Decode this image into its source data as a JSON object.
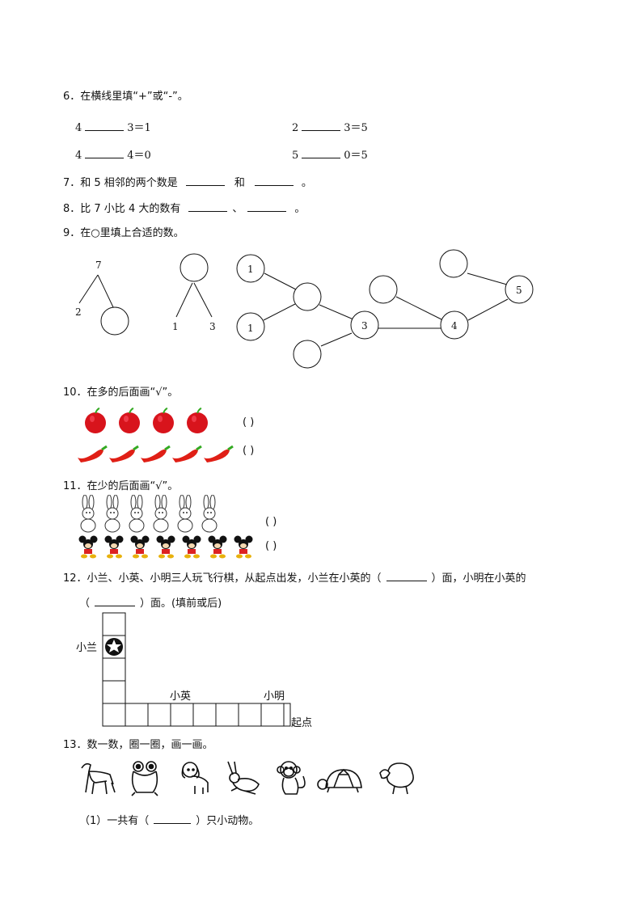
{
  "q6": {
    "title": "6．在横线里填“+”或“-”。",
    "rows": [
      {
        "left_a": "4",
        "left_b": "3＝1",
        "right_a": "2",
        "right_b": "3＝5"
      },
      {
        "left_a": "4",
        "left_b": "4＝0",
        "right_a": "5",
        "right_b": "0＝5"
      }
    ]
  },
  "q7": {
    "prefix": "7．和 5 相邻的两个数是",
    "mid": "和",
    "suffix": "。"
  },
  "q8": {
    "prefix": "8．比 7 小比 4 大的数有",
    "mid": "、",
    "suffix": "。"
  },
  "q9": {
    "title": "9．在○里填上合适的数。",
    "tree1": {
      "top": "7",
      "left": "2"
    },
    "tree2": {
      "left": "1",
      "right": "3"
    },
    "network": {
      "n1": "1",
      "n2": "1",
      "n3": "3",
      "n4": "4",
      "n5": "5"
    }
  },
  "q10": {
    "title": "10．在多的后面画“√”。",
    "apples": 4,
    "peppers": 5,
    "paren": "(          )"
  },
  "q11": {
    "title": "11．在少的后面画“√”。",
    "rabbits": 6,
    "mice": 7,
    "paren": "(          )"
  },
  "q12": {
    "line1_a": "12．小兰、小英、小明三人玩飞行棋，从起点出发，小兰在小英的（",
    "line1_b": "）面，小明在小英的",
    "line2_a": "（",
    "line2_b": "）面。(填前或后)",
    "label_xiaolan": "小兰",
    "label_xiaoying": "小英",
    "label_xiaoming": "小明",
    "label_start": "起点"
  },
  "q13": {
    "title": "13．数一数，圈一圈，画一画。",
    "sub1_a": "（1）一共有（",
    "sub1_b": "）只小动物。",
    "animals": [
      "horse-icon",
      "frog-icon",
      "dog-icon",
      "rabbit-icon",
      "monkey-icon",
      "turtle-icon",
      "sheep-icon"
    ]
  }
}
